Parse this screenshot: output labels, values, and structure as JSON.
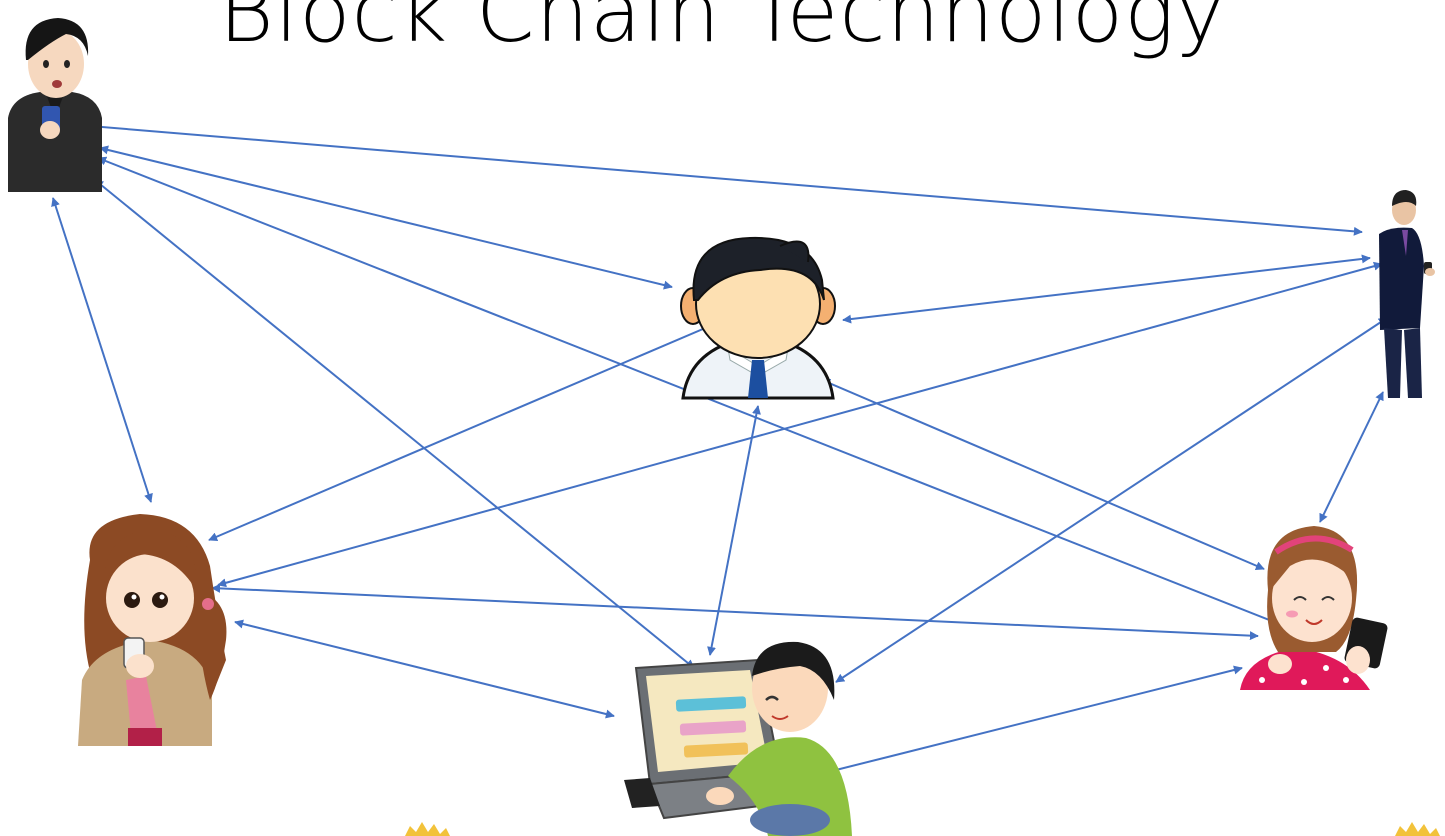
{
  "title": "Block Chain Technology",
  "colors": {
    "arrow": "#4472C4",
    "background": "#FFFFFF"
  },
  "nodes": [
    {
      "id": "student-phone",
      "icon": "student-with-phone-icon"
    },
    {
      "id": "businessman-center",
      "icon": "businessman-avatar-icon"
    },
    {
      "id": "businessman-right",
      "icon": "businessman-with-phone-icon"
    },
    {
      "id": "girl-left",
      "icon": "girl-with-phone-icon"
    },
    {
      "id": "girl-right",
      "icon": "woman-with-phone-icon"
    },
    {
      "id": "man-laptop",
      "icon": "man-with-laptop-icon"
    }
  ],
  "edges": [
    [
      "student-phone",
      "businessman-right"
    ],
    [
      "student-phone",
      "businessman-center"
    ],
    [
      "student-phone",
      "girl-right"
    ],
    [
      "student-phone",
      "man-laptop"
    ],
    [
      "student-phone",
      "girl-left"
    ],
    [
      "businessman-center",
      "businessman-right"
    ],
    [
      "businessman-center",
      "girl-left"
    ],
    [
      "businessman-center",
      "girl-right"
    ],
    [
      "businessman-center",
      "man-laptop"
    ],
    [
      "businessman-right",
      "girl-left"
    ],
    [
      "businessman-right",
      "man-laptop"
    ],
    [
      "businessman-right",
      "girl-right"
    ],
    [
      "girl-left",
      "girl-right"
    ],
    [
      "girl-left",
      "man-laptop"
    ],
    [
      "man-laptop",
      "girl-right"
    ]
  ]
}
